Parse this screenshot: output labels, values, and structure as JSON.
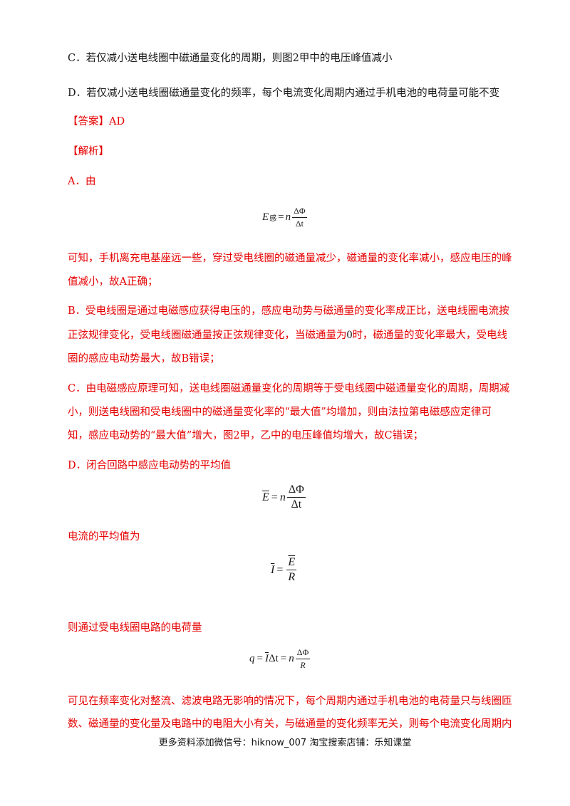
{
  "options": {
    "c": "C．若仅减小送电线圈中磁通量变化的周期，则图2甲中的电压峰值减小",
    "d": "D．若仅减小送电线圈磁通量变化的频率，每个电流变化周期内通过手机电池的电荷量可能不变"
  },
  "answer": "【答案】AD",
  "analysis_title": "【解析】",
  "a": {
    "intro": "A．由",
    "formula": {
      "lhs": "E",
      "sub": "感",
      "eq": "=",
      "n": "n",
      "num": "ΔΦ",
      "den": "Δt"
    },
    "text1": "可知，手机离充电基座远一些，穿过受电线圈的磁通量减少，磁通量的变化率减小，感应电压的峰",
    "text2": "值减小，故A正确；"
  },
  "b": {
    "text1": "B．受电线圈是通过电磁感应获得电压的，感应电动势与磁通量的变化率成正比，送电线圈电流按",
    "text2_pre": "正弦规律变化，受电线圈磁通量按正弦规律变化，当磁通量为",
    "text2_zero": "0",
    "text2_post": "时，磁通量的变化率最大，受电线",
    "text3": "圈的感应电动势最大，故B错误；"
  },
  "c": {
    "text1": "C．由电磁感应原理可知，送电线圈磁通量变化的周期等于受电线圈中磁通量变化的周期，周期减",
    "text2": "小，则送电线圈和受电线圈中的磁通量变化率的“最大值”均增加，则由法拉第电磁感应定律可",
    "text3": "知，感应电动势的“最大值”增大，图2甲，乙中的电压峰值均增大，故C错误；"
  },
  "d": {
    "intro": "D．闭合回路中感应电动势的平均值",
    "formula1": {
      "lhs": "E",
      "eq": "=",
      "n": "n",
      "num": "ΔΦ",
      "den": "Δt"
    },
    "current_text": "电流的平均值为",
    "formula2": {
      "lhs": "I",
      "eq": "=",
      "num": "E",
      "den": "R"
    },
    "charge_text": "则通过受电线圈电路的电荷量",
    "formula3": {
      "lhs": "q",
      "eq1": "=",
      "mid": "I",
      "mid2": "Δt",
      "eq2": "=",
      "n": "n",
      "num": "ΔΦ",
      "den": "R"
    },
    "text1": "可见在频率变化对整流、滤波电路无影响的情况下，每个周期内通过手机电池的电荷量只与线圈匝",
    "text2": "数、磁通量的变化量及电路中的电阻大小有关，与磁通量的变化频率无关，则每个电流变化周期内"
  },
  "footer": "更多资料添加微信号：hiknow_007   淘宝搜索店铺：乐知课堂"
}
